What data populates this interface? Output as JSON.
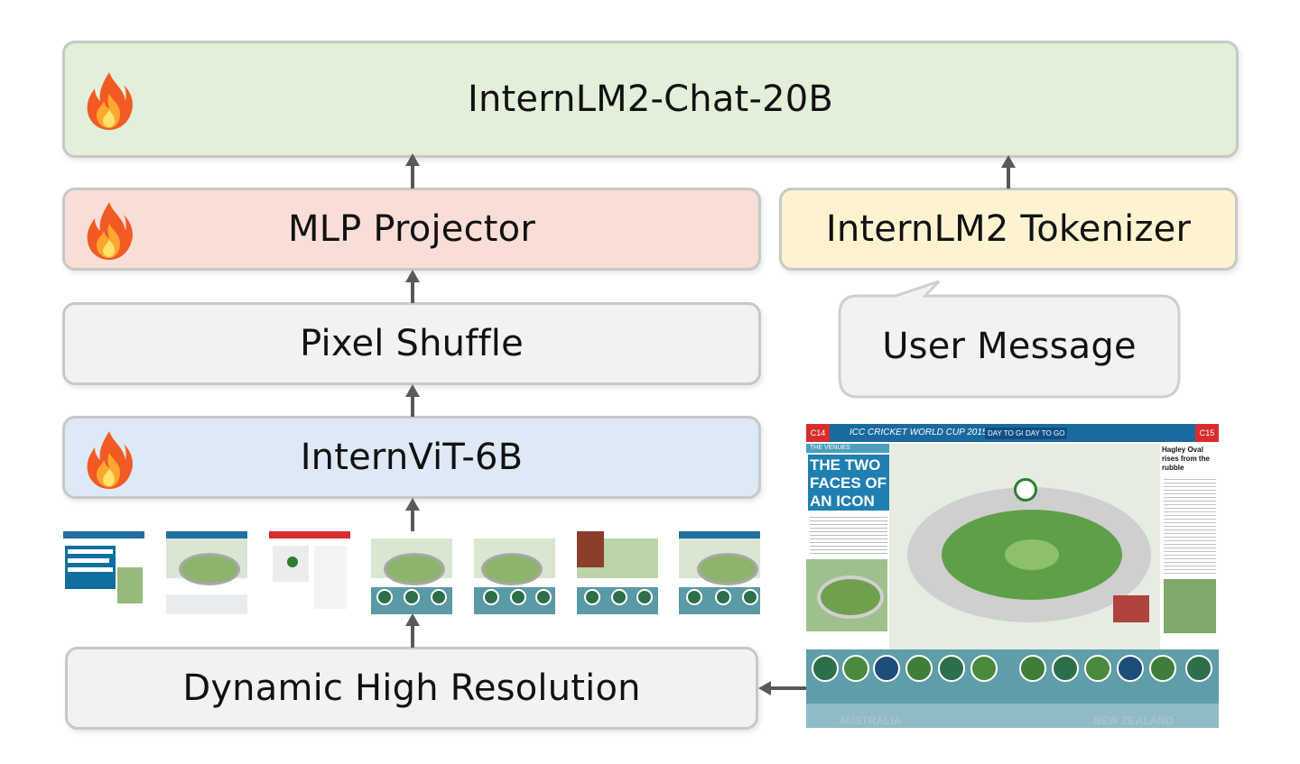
{
  "llm": {
    "label": "InternLM2-Chat-20B"
  },
  "projector": {
    "label": "MLP Projector"
  },
  "tokenizer": {
    "label": "InternLM2 Tokenizer"
  },
  "shuffle": {
    "label": "Pixel Shuffle"
  },
  "user_message": {
    "label": "User Message"
  },
  "vit": {
    "label": "InternViT-6B"
  },
  "dynamic": {
    "label": "Dynamic High Resolution"
  },
  "colors": {
    "llm_bg": "#e2efd9",
    "projector_bg": "#f8ded6",
    "tokenizer_bg": "#fdf3d0",
    "shuffle_bg": "#f2f2f2",
    "vit_bg": "#dde9f5",
    "dynamic_bg": "#f2f2f2",
    "arrow": "#595959"
  },
  "icons": {
    "trainable": "fire-icon"
  },
  "poster": {
    "page_left": "C14",
    "page_right": "C15",
    "event": "ICC CRICKET WORLD CUP 2015",
    "tag_left": "DAY TO GO",
    "tag_right": "DAY TO GO",
    "section": "THE VENUES",
    "headline": "THE TWO FACES OF AN ICON",
    "side_title": "Hagley Oval rises from the rubble",
    "region_left": "AUSTRALIA",
    "region_right": "NEW ZEALAND"
  }
}
